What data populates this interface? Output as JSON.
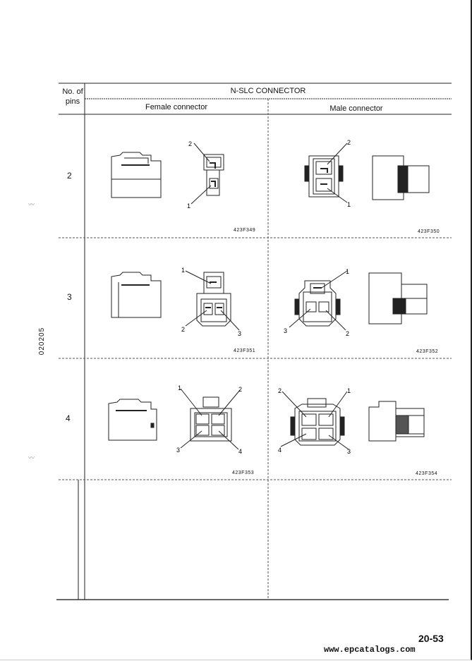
{
  "table": {
    "header_col1_line1": "No. of",
    "header_col1_line2": "pins",
    "header_main": "N-SLC CONNECTOR",
    "header_female": "Female connector",
    "header_male": "Male connector",
    "rows": [
      {
        "pins": "2",
        "female_code": "423F349",
        "male_code": "423F350"
      },
      {
        "pins": "3",
        "female_code": "423F351",
        "male_code": "423F352"
      },
      {
        "pins": "4",
        "female_code": "423F353",
        "male_code": "423F354"
      }
    ]
  },
  "side_code": "020205",
  "page_number": "20-53",
  "watermark_url": "www.epcatalogs.com",
  "pin_labels": {
    "p1": "1",
    "p2": "2",
    "p3": "3",
    "p4": "4"
  }
}
